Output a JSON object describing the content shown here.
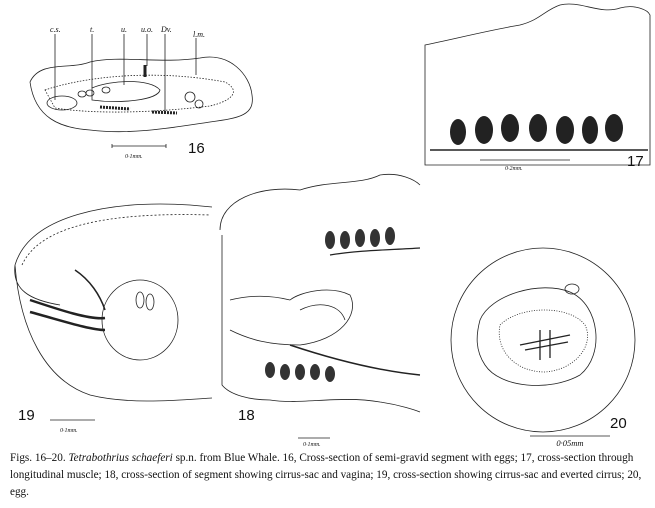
{
  "figures": {
    "fig16": {
      "number": "16",
      "scale": "0·1mm.",
      "labels": [
        "c.s.",
        "t.",
        "u.",
        "u.o.",
        "Dv.",
        "l.m."
      ]
    },
    "fig17": {
      "number": "17",
      "scale": "0·2mm."
    },
    "fig18": {
      "number": "18",
      "scale": "0·1mm."
    },
    "fig19": {
      "number": "19",
      "scale": "0·1mm."
    },
    "fig20": {
      "number": "20",
      "scale": "0·05mm"
    }
  },
  "caption": {
    "prefix": "Figs. 16–20. ",
    "species": "Tetrabothrius schaeferi",
    "rest": " sp.n. from Blue Whale.   16, Cross-section of semi-gravid segment with eggs; 17, cross-section through longitudinal muscle; 18, cross-section of segment showing cirrus-sac and vagina; 19, cross-section showing cirrus-sac and everted cirrus; 20, egg."
  }
}
